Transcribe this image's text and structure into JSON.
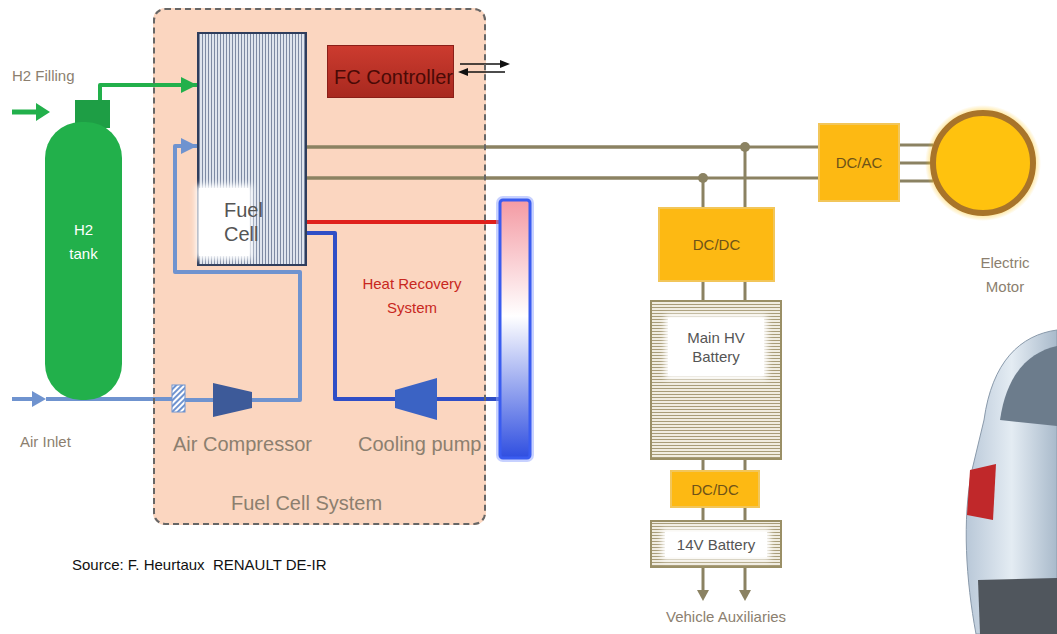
{
  "diagram": {
    "nodes": [
      {
        "text": [
          "Fuel Cell System"
        ]
      },
      {
        "text": [
          "Fuel Cell"
        ],
        "in": 0
      },
      {
        "text": [
          "FC Controller"
        ],
        "in": 0
      },
      {
        "text": [
          "H2 tank"
        ]
      },
      {
        "text": [
          "Air Compressor"
        ],
        "in": 0
      },
      {
        "text": [
          "Cooling pump"
        ],
        "in": 0
      },
      {
        "text": [
          "DC/DC"
        ]
      },
      {
        "text": [
          "Main HV Battery"
        ]
      },
      {
        "text": [
          "DC/DC"
        ]
      },
      {
        "text": [
          "14V Battery"
        ]
      },
      {
        "text": [
          "DC/AC"
        ]
      },
      {
        "text": [
          "Electric Motor"
        ]
      }
    ],
    "edges": [
      {
        "from": 3,
        "to": 1,
        "arrow": "to"
      },
      {
        "from": 4,
        "to": 1,
        "arrow": "to"
      },
      {
        "from": 5,
        "to": 1,
        "arrow": "none"
      },
      {
        "from": 1,
        "to": 10,
        "arrow": "none"
      },
      {
        "from": 1,
        "to": 6,
        "arrow": "none"
      },
      {
        "from": 10,
        "to": 11,
        "arrow": "none"
      },
      {
        "from": 6,
        "to": 7,
        "arrow": "none"
      },
      {
        "from": 7,
        "to": 8,
        "arrow": "none"
      },
      {
        "from": 8,
        "to": 9,
        "arrow": "none"
      }
    ],
    "labels": [
      "H2 Filling",
      "Air Inlet",
      "Heat Recovery System",
      "Source: F. Heurtaux  RENAULT DE-IR",
      "Vehicle Auxiliaries"
    ]
  }
}
